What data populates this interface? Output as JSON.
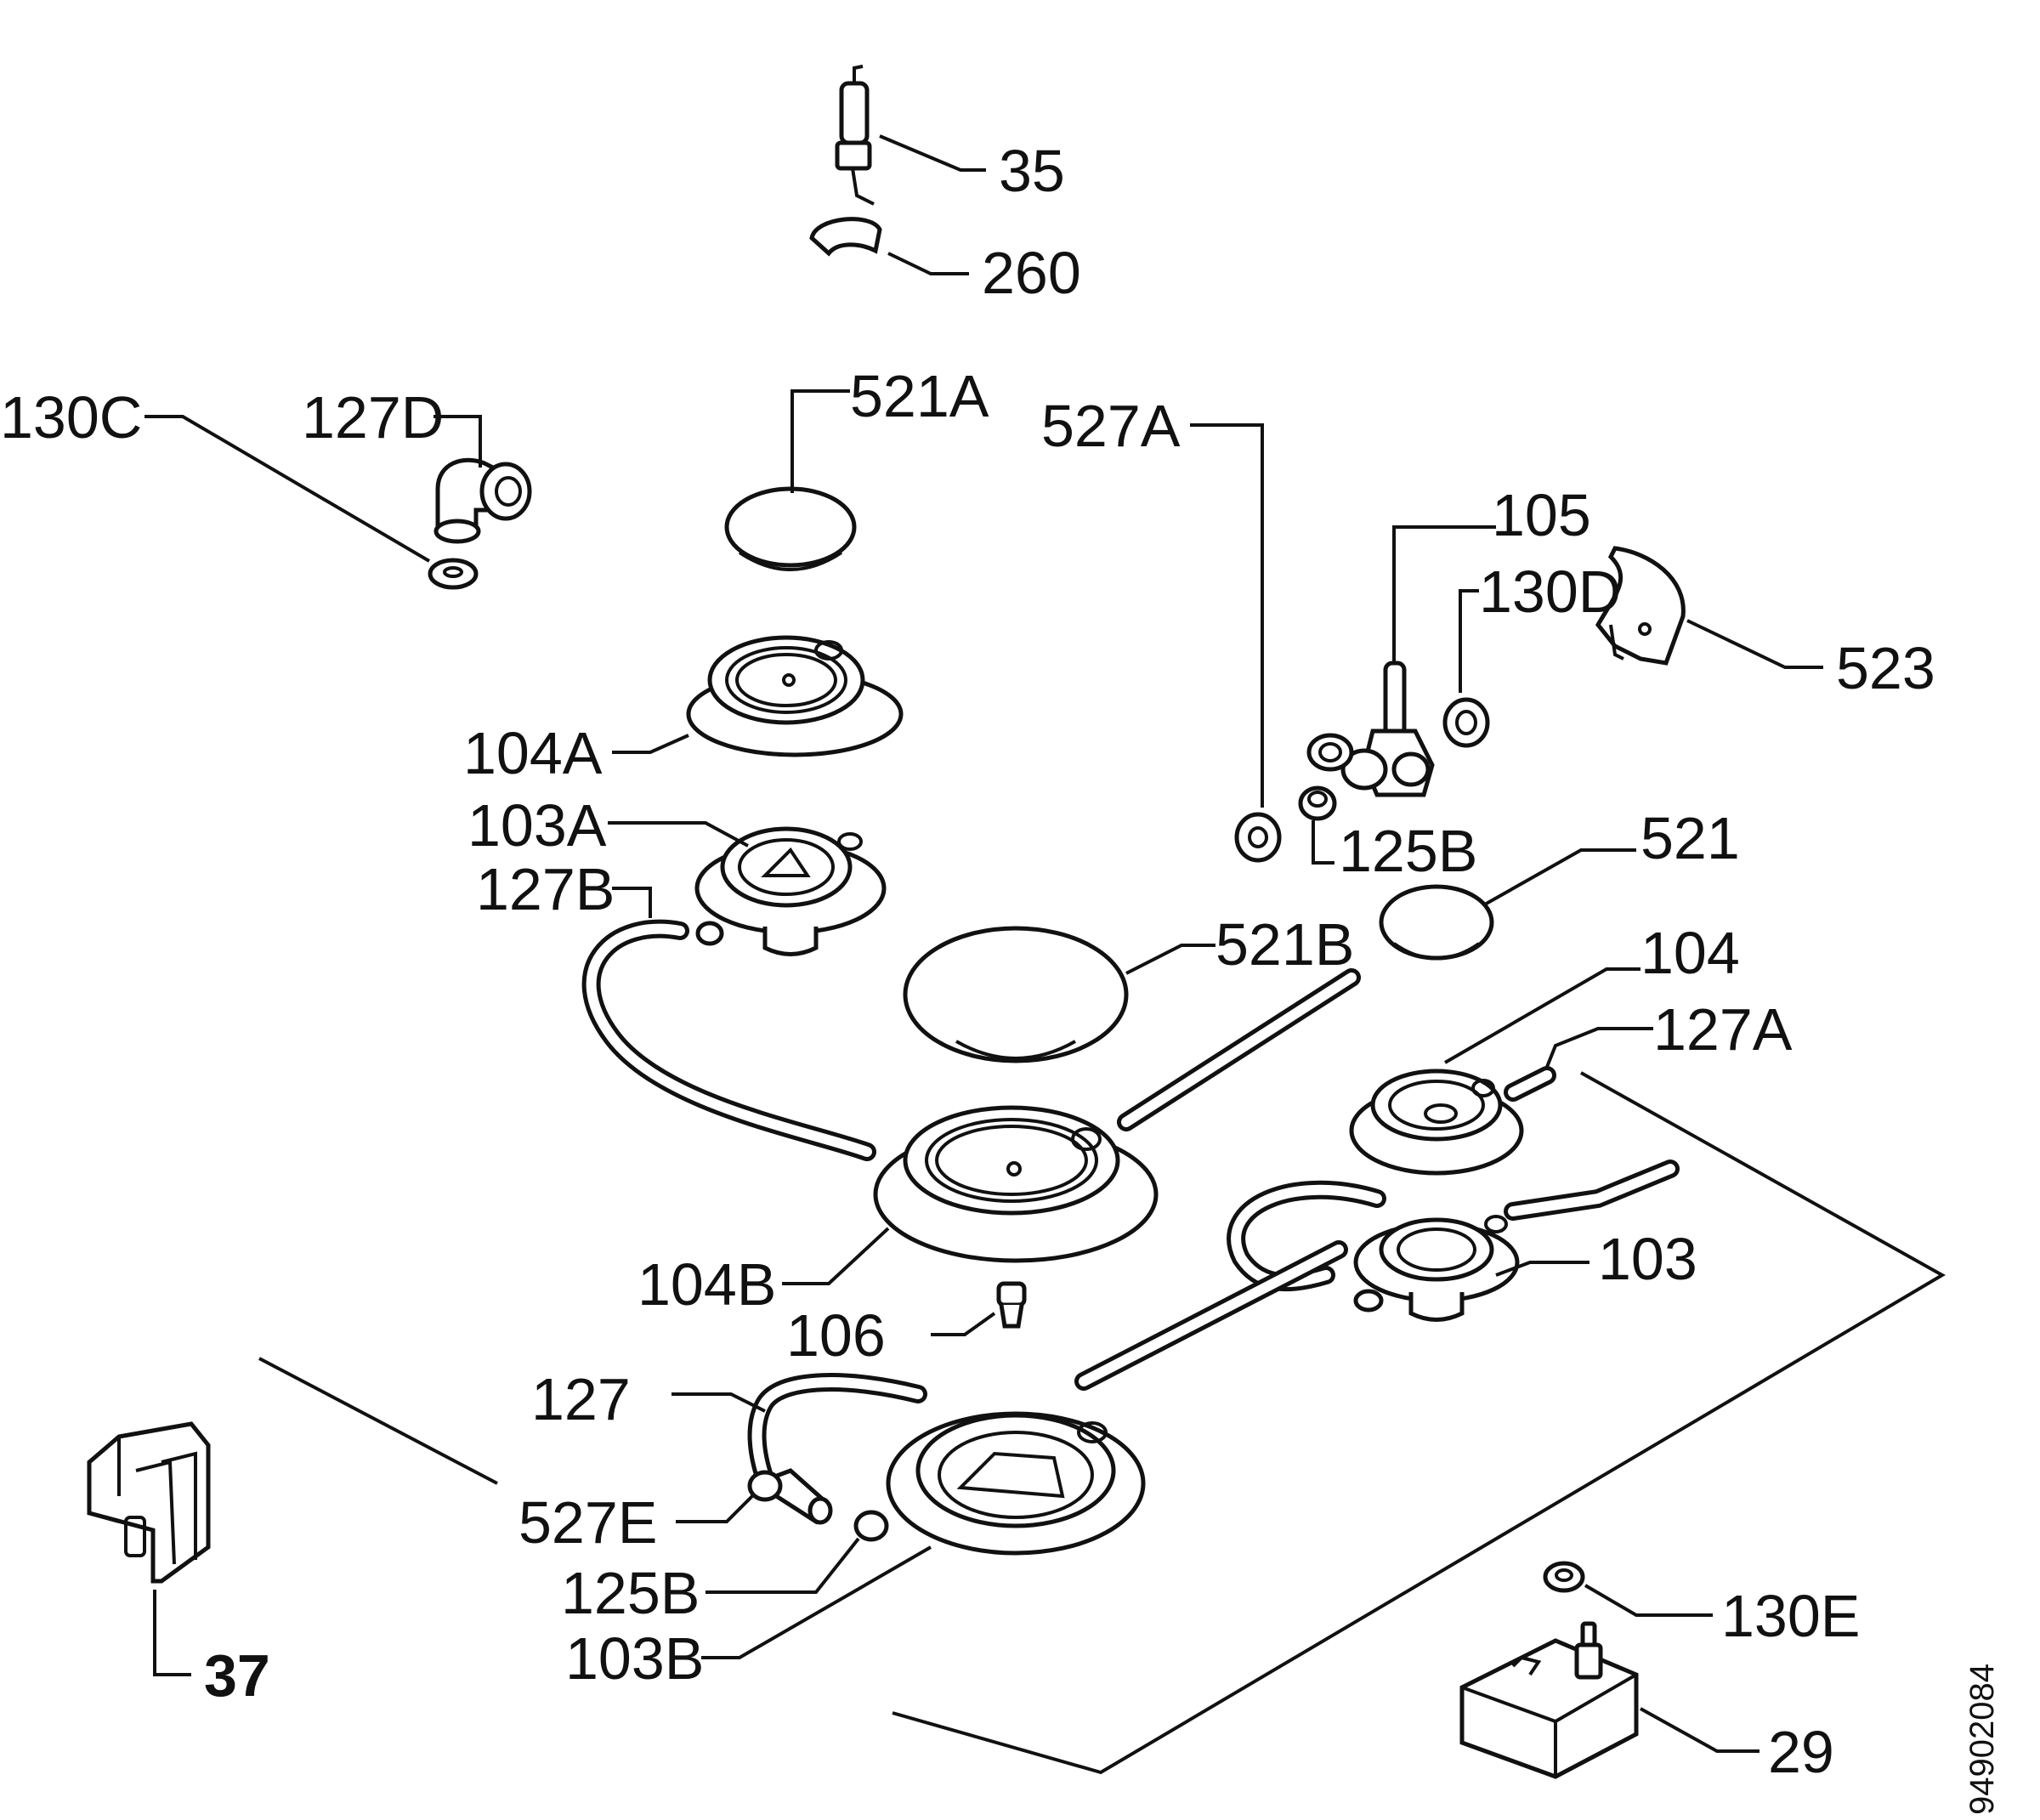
{
  "labels": {
    "l35": "35",
    "l260": "260",
    "l130C": "130C",
    "l127D": "127D",
    "l521A": "521A",
    "l527A": "527A",
    "l105": "105",
    "l130D": "130D",
    "l523": "523",
    "l104A": "104A",
    "l103A": "103A",
    "l127B": "127B",
    "l125B_top": "125B",
    "l521": "521",
    "l521B": "521B",
    "l104": "104",
    "l127A": "127A",
    "l103": "103",
    "l104B": "104B",
    "l106": "106",
    "l127": "127",
    "l527E": "527E",
    "l125B_bottom": "125B",
    "l103B": "103B",
    "l37": "37",
    "l130E": "130E",
    "l29": "29"
  },
  "document_number": "94902084"
}
